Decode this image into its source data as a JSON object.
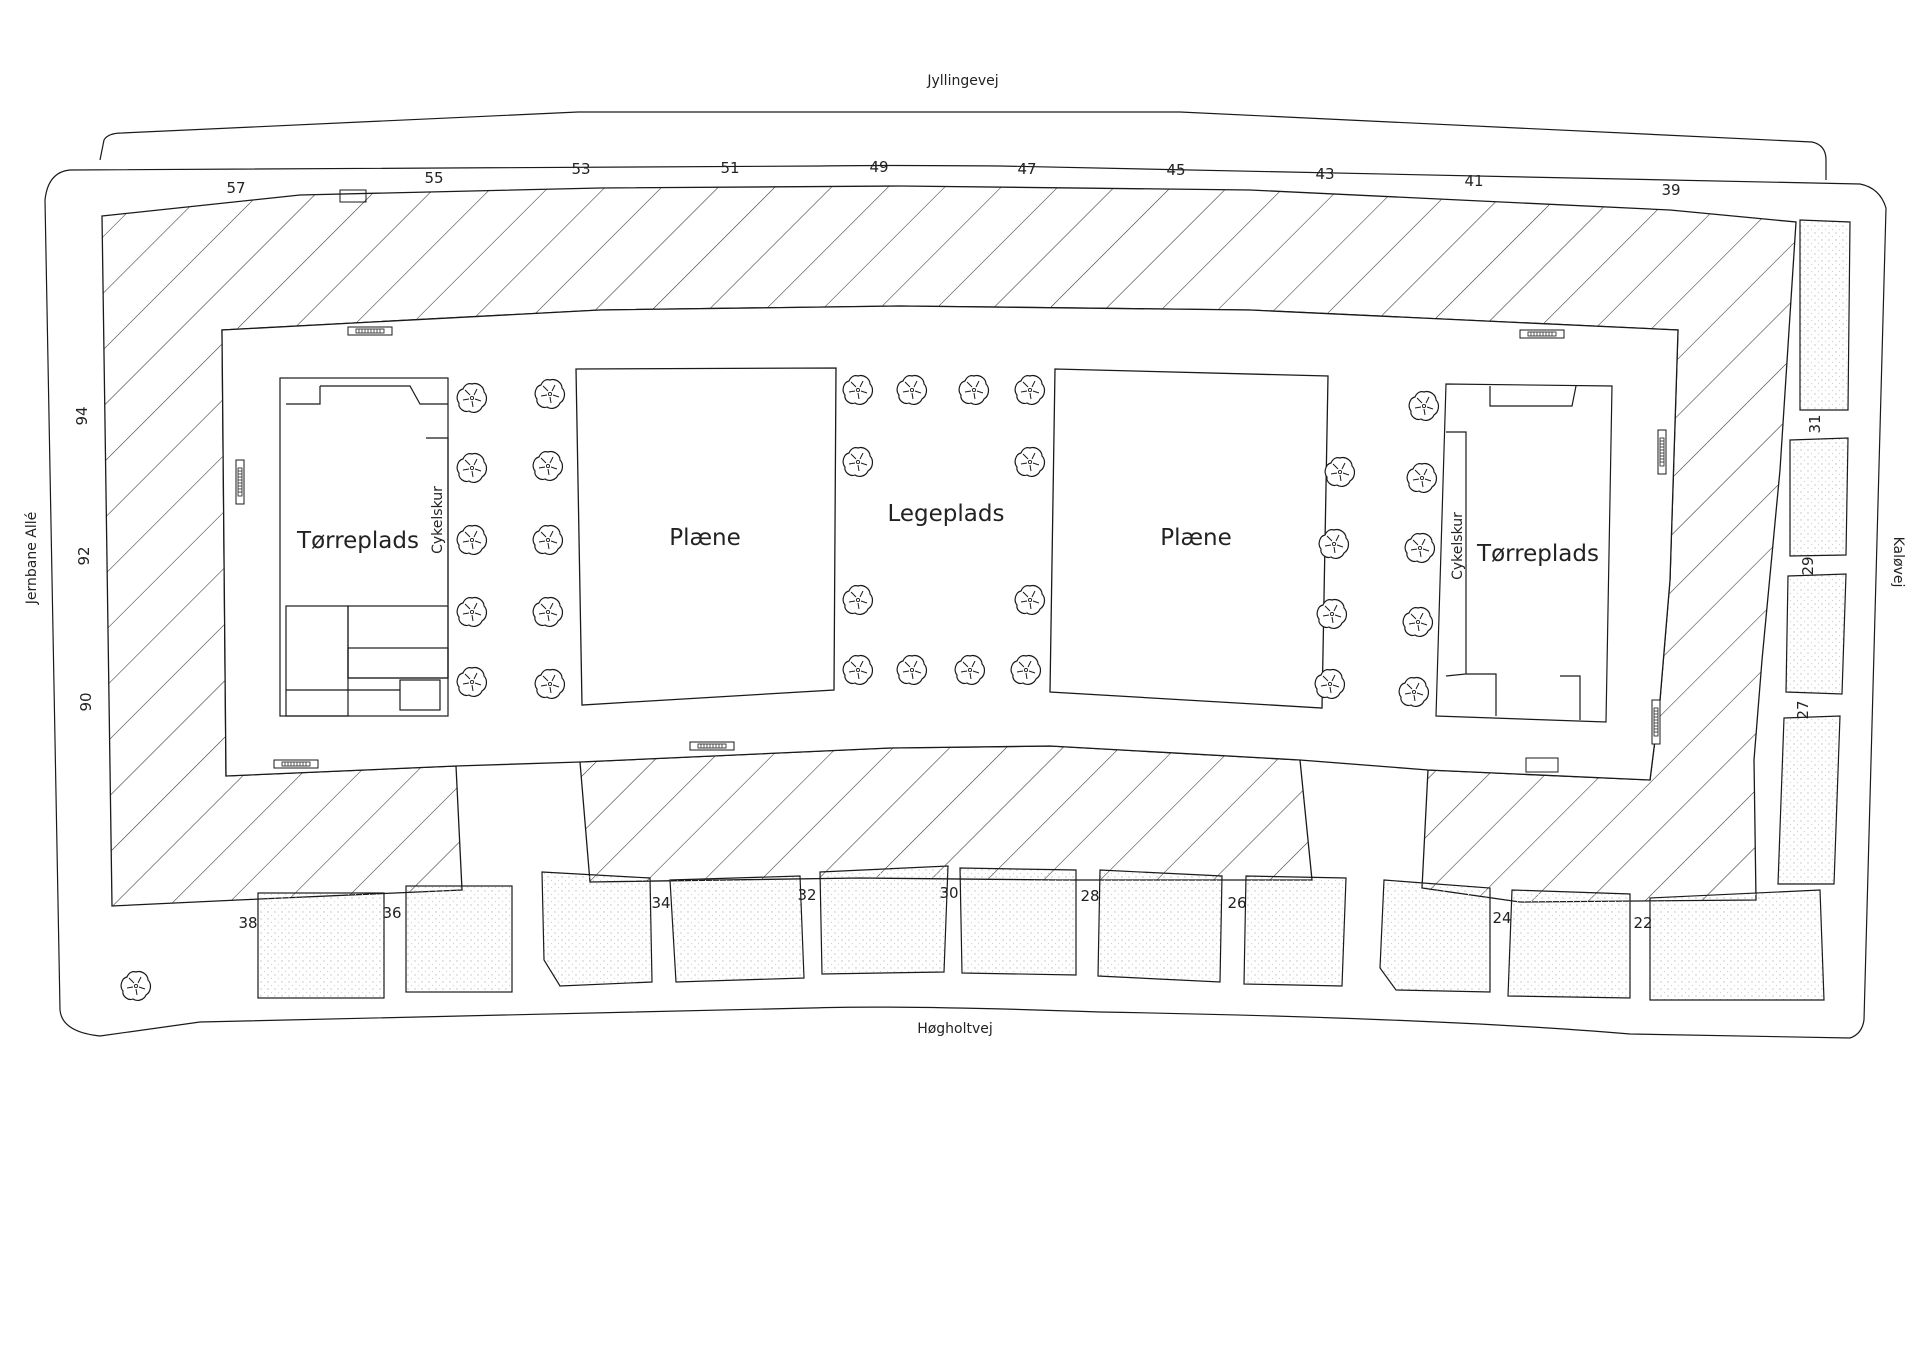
{
  "streets": {
    "north": "Jyllingevej",
    "south": "Høgholtvej",
    "west": "Jernbane Allé",
    "east": "Kaløvej"
  },
  "areas": {
    "lawn_left": "Plæne",
    "lawn_right": "Plæne",
    "playground": "Legeplads",
    "drying_left": "Tørreplads",
    "drying_right": "Tørreplads",
    "bike_shed_left": "Cykelskur",
    "bike_shed_right": "Cykelskur"
  },
  "house_numbers": {
    "north": [
      "57",
      "55",
      "53",
      "51",
      "49",
      "47",
      "45",
      "43",
      "41",
      "39"
    ],
    "west": [
      "94",
      "92",
      "90"
    ],
    "east": [
      "31",
      "29",
      "27"
    ],
    "south": [
      "38",
      "36",
      "34",
      "32",
      "30",
      "28",
      "26",
      "24",
      "22"
    ]
  },
  "colors": {
    "line": "#1a1a1a",
    "hatch": "#333333",
    "stipple": "#c8c8c8",
    "background": "#ffffff"
  },
  "icons": {
    "tree": "tree-icon",
    "stairs": "stairs-icon"
  }
}
